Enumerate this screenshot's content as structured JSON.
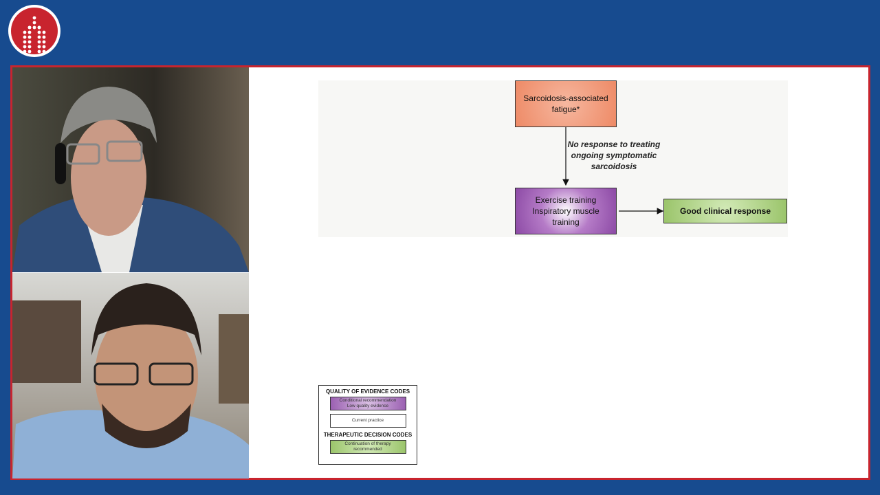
{
  "logo": {
    "name": "lungs-logo"
  },
  "diagram": {
    "start": "Sarcoidosis-associated fatigue*",
    "condition": "No response to treating ongoing symptomatic sarcoidosis",
    "treatment_lines": [
      "Exercise training",
      "Inspiratory muscle",
      "training"
    ],
    "outcome": "Good clinical response"
  },
  "legend": {
    "quality_title": "QUALITY OF EVIDENCE CODES",
    "quality_items": [
      "Conditional recommendation\nLow quality evidence",
      "Current practice"
    ],
    "decision_title": "THERAPEUTIC DECISION CODES",
    "decision_items": [
      "Continuation of therapy recommended"
    ]
  },
  "colors": {
    "background": "#174b8f",
    "frame": "#c8242e",
    "orange": "#ee8a66",
    "purple": "#8c4aa5",
    "green": "#9ac46a"
  }
}
